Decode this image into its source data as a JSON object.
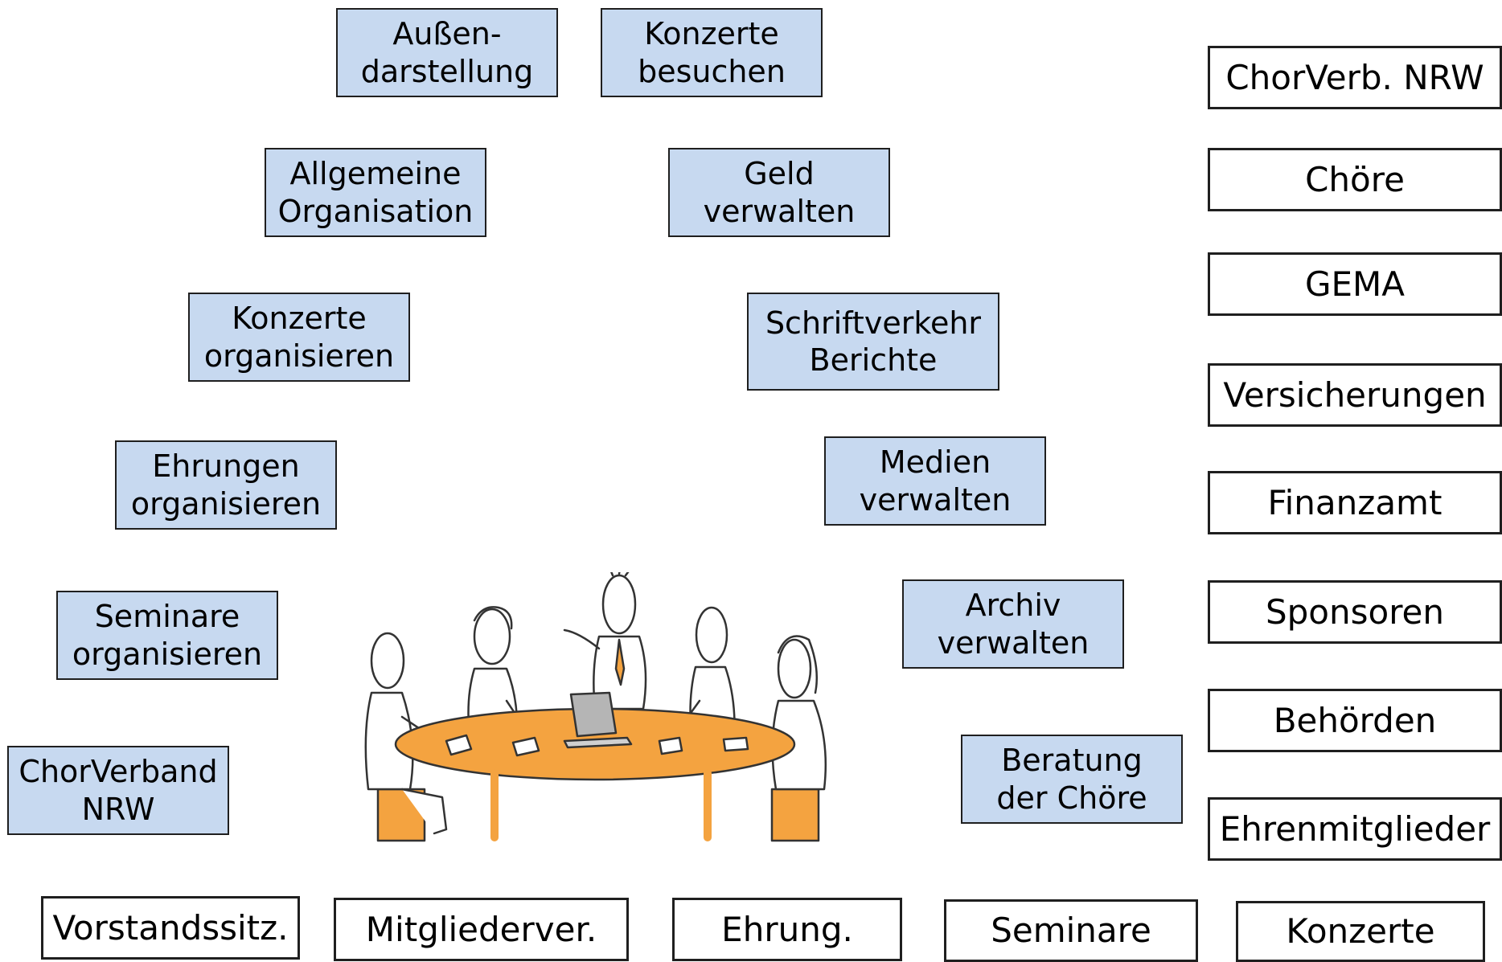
{
  "tasks": [
    {
      "line1": "Außen-",
      "line2": "darstellung"
    },
    {
      "line1": "Konzerte",
      "line2": "besuchen"
    },
    {
      "line1": "Allgemeine",
      "line2": "Organisation"
    },
    {
      "line1": "Geld",
      "line2": "verwalten"
    },
    {
      "line1": "Konzerte",
      "line2": "organisieren"
    },
    {
      "line1": "Schriftverkehr",
      "line2": "Berichte"
    },
    {
      "line1": "Ehrungen",
      "line2": "organisieren"
    },
    {
      "line1": "Medien",
      "line2": "verwalten"
    },
    {
      "line1": "Seminare",
      "line2": "organisieren"
    },
    {
      "line1": "Archiv",
      "line2": "verwalten"
    },
    {
      "line1": "ChorVerband",
      "line2": "NRW"
    },
    {
      "line1": "Beratung",
      "line2": "der Chöre"
    }
  ],
  "partners": [
    "ChorVerb. NRW",
    "Chöre",
    "GEMA",
    "Versicherungen",
    "Finanzamt",
    "Sponsoren",
    "Behörden",
    "Ehrenmitglieder"
  ],
  "meetings": [
    "Vorstandssitz.",
    "Mitgliederver.",
    "Ehrung.",
    "Seminare",
    "Konzerte"
  ],
  "colors": {
    "task_fill": "#c7d9f0",
    "table_fill": "#f4a340",
    "border": "#1f1f1f"
  },
  "illustration": {
    "icon": "meeting-table-icon"
  }
}
